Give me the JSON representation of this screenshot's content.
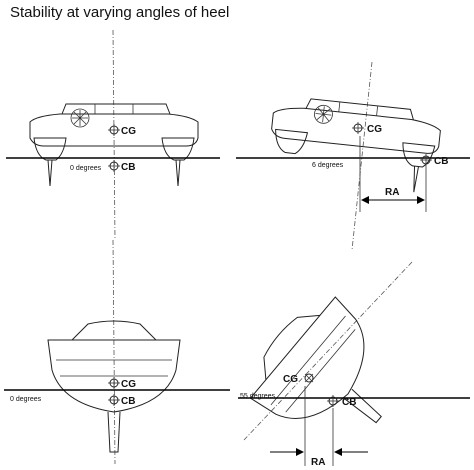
{
  "title": "Stability at varying angles of heel",
  "panels": [
    {
      "id": "catamaran-0",
      "angle_label": "0 degrees",
      "cg_label": "CG",
      "cb_label": "CB"
    },
    {
      "id": "catamaran-6",
      "angle_label": "6 degrees",
      "cg_label": "CG",
      "cb_label": "CB",
      "ra_label": "RA"
    },
    {
      "id": "monohull-0",
      "angle_label": "0 degrees",
      "cg_label": "CG",
      "cb_label": "CB"
    },
    {
      "id": "monohull-55",
      "angle_label": "55 degrees",
      "cg_label": "CG",
      "cb_label": "CB",
      "ra_label": "RA"
    }
  ],
  "colors": {
    "line": "#222222",
    "background": "#ffffff"
  }
}
